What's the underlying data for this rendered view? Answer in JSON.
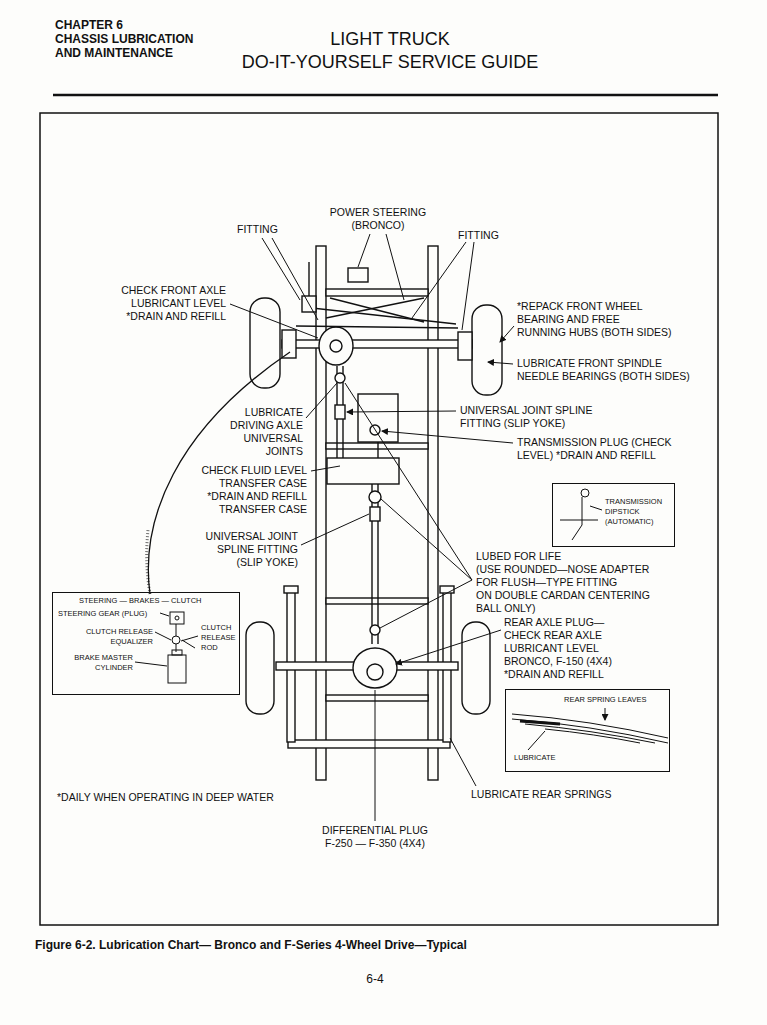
{
  "diagram": {
    "title": "LIGHT TRUCK DO-IT-YOURSELF SERVICE GUIDE",
    "caption": "Figure 6-2. Lubrication Chart— Bronco and F-Series 4-Wheel Drive—Typical",
    "nodes": [
      {
        "text": [
          "STEERING — BRAKES — CLUTCH",
          "STEERING GEAR (PLUG)",
          "CLUTCH RELEASE EQUALIZER",
          "CLUTCH RELEASE ROD",
          "BRAKE MASTER CYLINDER"
        ]
      },
      {
        "text": [
          "TRANSMISSION DIPSTICK (AUTOMATIC)"
        ]
      },
      {
        "text": [
          "REAR SPRING LEAVES",
          "LUBRICATE"
        ]
      }
    ],
    "labels": [
      "CHAPTER 6 CHASSIS LUBRICATION AND MAINTENANCE",
      "FITTING",
      "POWER STEERING (BRONCO)",
      "FITTING",
      "CHECK FRONT AXLE LUBRICANT LEVEL *DRAIN AND REFILL",
      "*REPACK FRONT WHEEL BEARING AND FREE RUNNING HUBS (BOTH SIDES)",
      "LUBRICATE FRONT SPINDLE NEEDLE BEARINGS (BOTH SIDES)",
      "LUBRICATE DRIVING AXLE UNIVERSAL JOINTS",
      "UNIVERSAL JOINT SPLINE FITTING (SLIP YOKE)",
      "TRANSMISSION PLUG (CHECK LEVEL) *DRAIN AND REFILL",
      "CHECK FLUID LEVEL TRANSFER CASE *DRAIN AND REFILL TRANSFER CASE",
      "UNIVERSAL JOINT SPLINE FITTING (SLIP YOKE)",
      "LUBED FOR LIFE (USE ROUNDED—NOSE ADAPTER FOR FLUSH—TYPE FITTING ON DOUBLE CARDAN CENTERING BALL ONLY)",
      "REAR AXLE PLUG— CHECK REAR AXLE LUBRICANT LEVEL BRONCO, F-150 (4X4) *DRAIN AND REFILL",
      "LUBRICATE REAR SPRINGS",
      "*DAILY WHEN OPERATING IN DEEP WATER",
      "DIFFERENTIAL PLUG F-250 — F-350 (4X4)",
      "6-4"
    ]
  }
}
